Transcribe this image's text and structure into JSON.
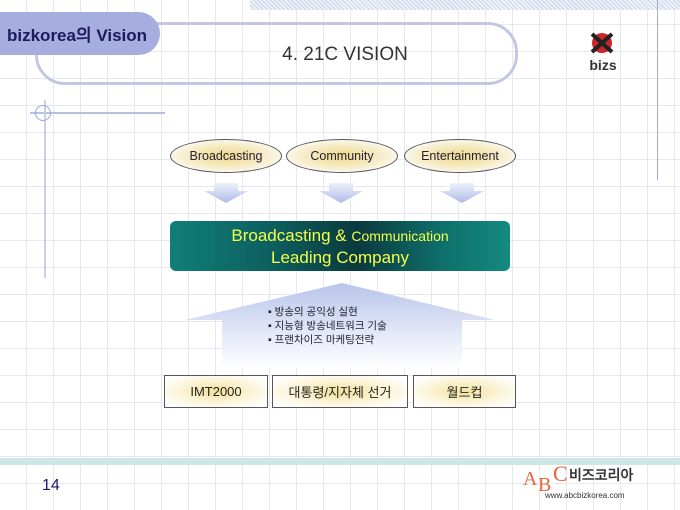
{
  "header": {
    "section_label": "bizkorea의 Vision",
    "title": "4. 21C VISION",
    "logo_text": "bizs"
  },
  "pillars": [
    "Broadcasting",
    "Community",
    "Entertainment"
  ],
  "core": {
    "line1_main": "Broadcasting & ",
    "line1_small": "Communication",
    "line2": "Leading Company"
  },
  "strategies": [
    "▪ 방송의 공익성 실현",
    "▪ 지능형 방송네트워크 기술",
    "▪ 프랜차이즈 마케팅전략"
  ],
  "foundations": [
    "IMT2000",
    "대통령/지자체 선거",
    "월드컵"
  ],
  "footer": {
    "page_number": "14",
    "brand": "ABC비즈코리아",
    "url": "www.abcbizkorea.com"
  },
  "colors": {
    "teal": "#0d5f5e",
    "accent_yellow": "#f4ff4a",
    "lavender": "#a6aee0"
  }
}
